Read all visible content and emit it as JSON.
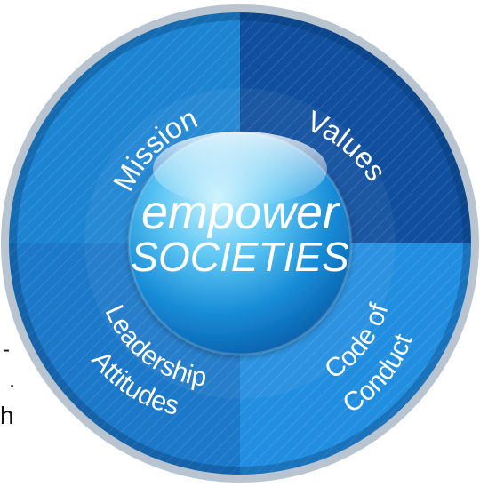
{
  "diagram": {
    "center": {
      "line1": "empower",
      "line2": "SOCIETIES"
    },
    "segments": [
      {
        "key": "mission",
        "label": "Mission"
      },
      {
        "key": "values",
        "label": "Values"
      },
      {
        "key": "leadership",
        "label_line1": "Leadership",
        "label_line2": "Attitudes"
      },
      {
        "key": "code",
        "label_line1": "Code of",
        "label_line2": "Conduct"
      }
    ],
    "colors": {
      "segment_light": "#1f86d4",
      "segment_dark": "#0f4f9e",
      "hub_light": "#8fdcff",
      "hub_dark": "#0a73c3",
      "label_text": "#ffffff"
    }
  },
  "background_fragments": {
    "dash": "-",
    "period": ".",
    "h_char": "h"
  }
}
